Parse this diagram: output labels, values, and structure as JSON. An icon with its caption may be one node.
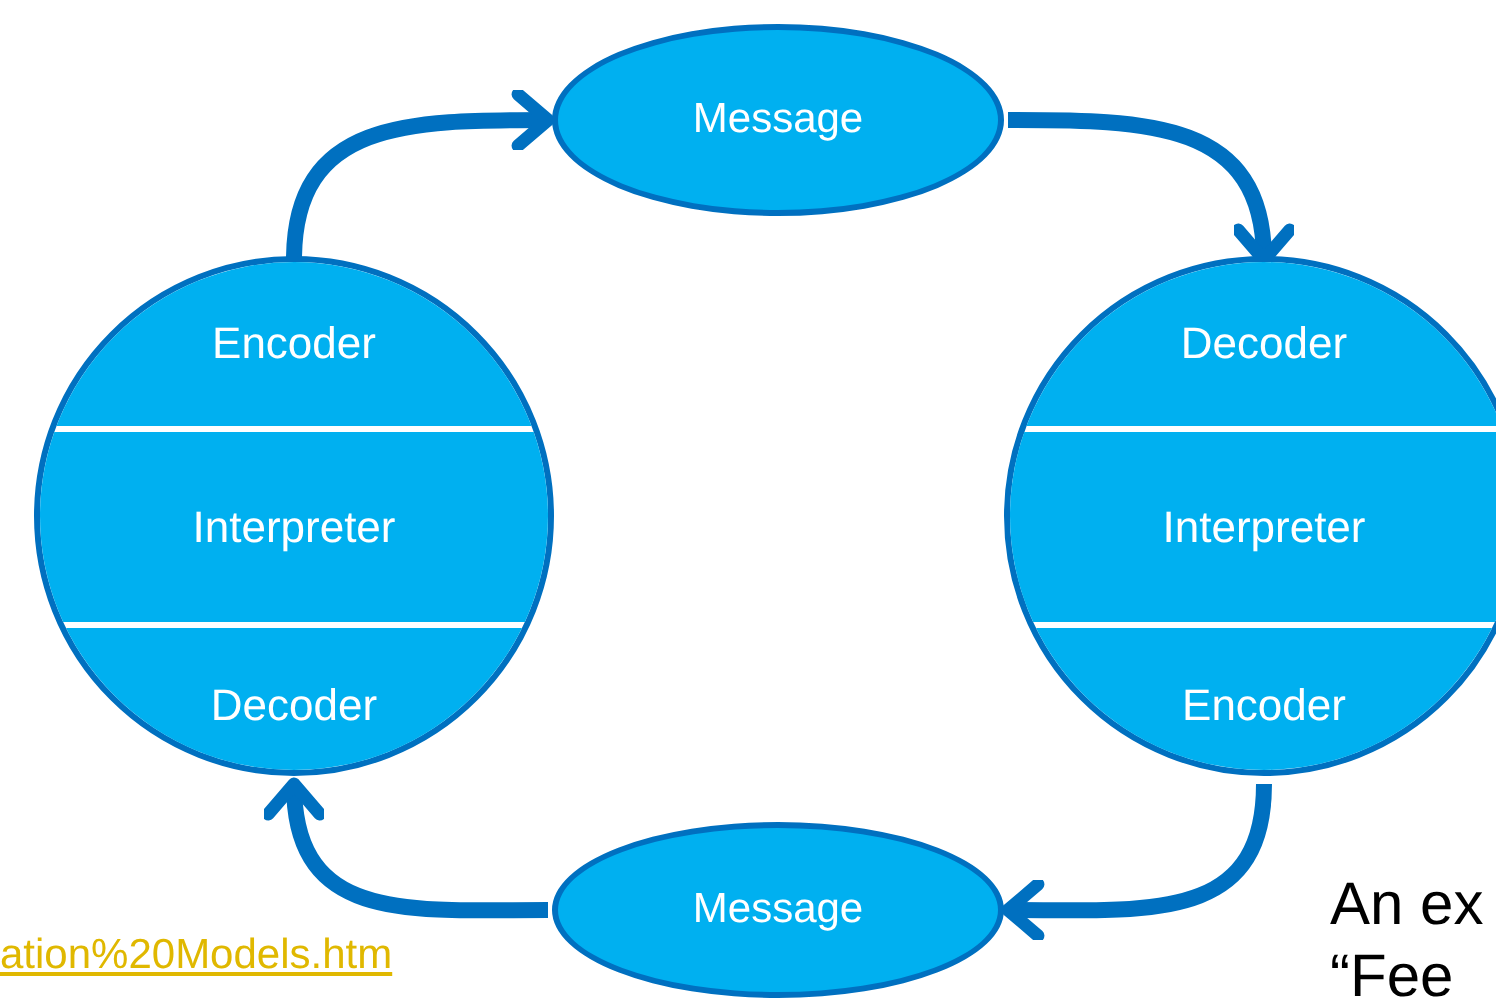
{
  "diagram": {
    "nodes": [
      {
        "text": [],
        "shape": "circle"
      },
      {
        "text": [
          "Encoder"
        ],
        "in": 0
      },
      {
        "text": [
          "Interpreter"
        ],
        "in": 0
      },
      {
        "text": [
          "Decoder"
        ],
        "in": 0
      },
      {
        "text": [
          "Message"
        ]
      },
      {
        "text": [],
        "shape": "circle"
      },
      {
        "text": [
          "Decoder"
        ],
        "in": 5
      },
      {
        "text": [
          "Interpreter"
        ],
        "in": 5
      },
      {
        "text": [
          "Encoder"
        ],
        "in": 5
      },
      {
        "text": [
          "Message"
        ]
      }
    ],
    "edges": [
      {
        "from": 1,
        "to": 4,
        "arrow": "to"
      },
      {
        "from": 4,
        "to": 6,
        "arrow": "to"
      },
      {
        "from": 8,
        "to": 9,
        "arrow": "to"
      },
      {
        "from": 9,
        "to": 3,
        "arrow": "to"
      }
    ],
    "labels": [
      "ation%20Models.htm",
      "An ex",
      "“Fee"
    ]
  }
}
